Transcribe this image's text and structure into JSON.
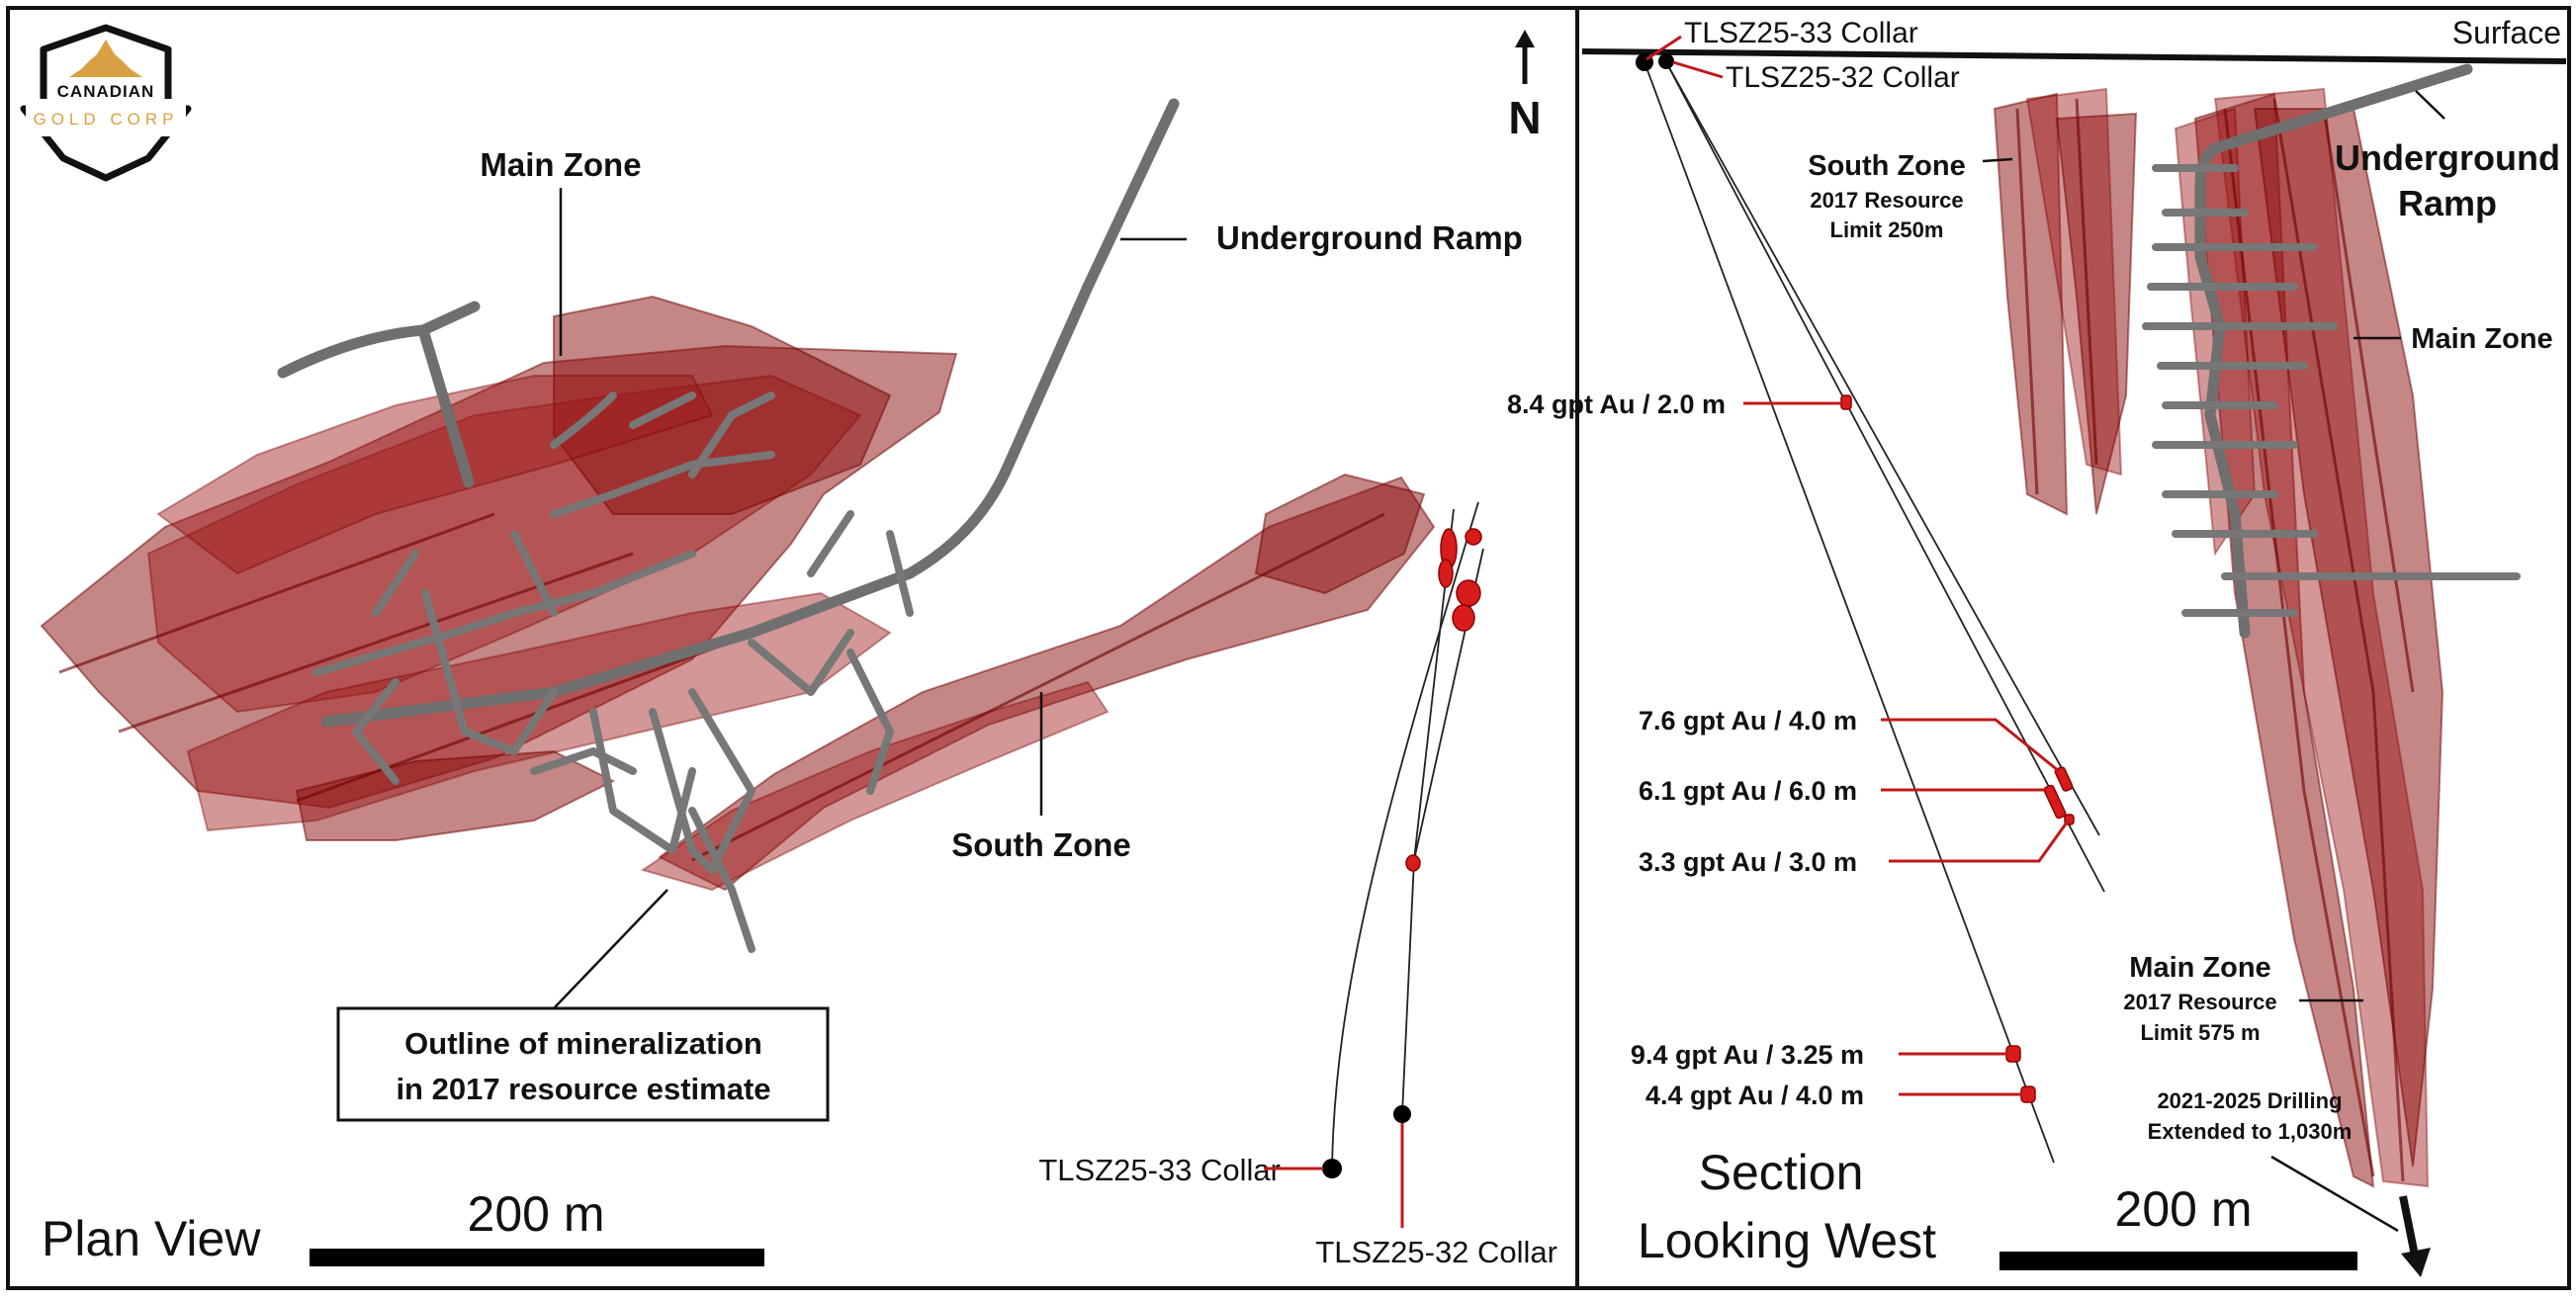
{
  "logo": {
    "line1": "CANADIAN",
    "line2": "GOLD CORP"
  },
  "plan_view": {
    "title": "Plan View",
    "scale_label": "200 m",
    "north_label": "N",
    "main_zone": "Main Zone",
    "underground_ramp": "Underground Ramp",
    "south_zone": "South Zone",
    "outline_box": [
      "Outline of mineralization",
      "in 2017 resource estimate"
    ],
    "collar_33": "TLSZ25-33 Collar",
    "collar_32": "TLSZ25-32 Collar"
  },
  "section_view": {
    "title_line1": "Section",
    "title_line2": "Looking West",
    "surface": "Surface",
    "collar_33": "TLSZ25-33 Collar",
    "collar_32": "TLSZ25-32 Collar",
    "south_zone": "South Zone",
    "south_zone_sub1": "2017 Resource",
    "south_zone_sub2": "Limit 250m",
    "ramp_line1": "Underground",
    "ramp_line2": "Ramp",
    "main_zone_upper": "Main Zone",
    "main_zone_lower": "Main Zone",
    "main_zone_sub1": "2017 Resource",
    "main_zone_sub2": "Limit 575 m",
    "drilling_line1": "2021-2025 Drilling",
    "drilling_line2": "Extended to 1,030m",
    "scale_label": "200 m",
    "intercepts": [
      "8.4 gpt Au / 2.0 m",
      "7.6 gpt Au / 4.0 m",
      "6.1 gpt Au / 6.0 m",
      "3.3 gpt Au / 3.0 m",
      "9.4 gpt Au / 3.25 m",
      "4.4 gpt Au / 4.0 m"
    ]
  },
  "colors": {
    "mineralization": "#8b0d0d",
    "tunnels": "#6f6f6f",
    "leader_red": "#c01818",
    "logo_gold": "#d9a043"
  }
}
